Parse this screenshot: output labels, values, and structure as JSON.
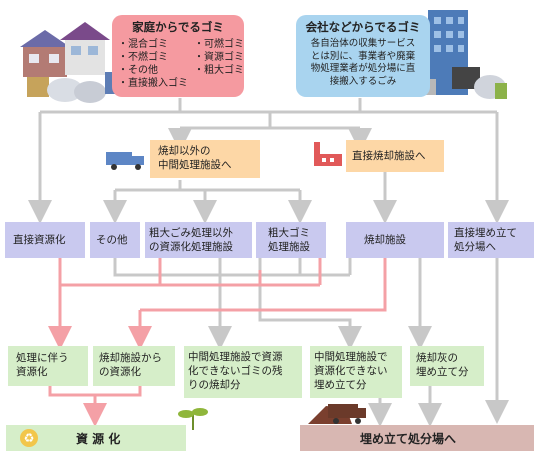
{
  "household": {
    "title": "家庭からでるゴミ",
    "items": [
      "・混合ゴミ",
      "・可燃ゴミ",
      "・不燃ゴミ",
      "・資源ゴミ",
      "・その他",
      "・粗大ゴミ",
      "・直接搬入ゴミ"
    ]
  },
  "company": {
    "title": "会社などからでるゴミ",
    "lines": [
      "各自治体の収集サービス",
      "とは別に、事業者や廃棄",
      "物処理業者が処分場に直",
      "接搬入するごみ"
    ]
  },
  "midfacility": {
    "line1": "焼却以外の",
    "line2": "中間処理施設へ"
  },
  "directburn": {
    "label": "直接焼却施設へ"
  },
  "row3": {
    "direct_recycle": "直接資源化",
    "others": "その他",
    "bulky_other_1": "粗大ごみ処理以外",
    "bulky_other_2": "の資源化処理施設",
    "bulky_1": "粗大ゴミ",
    "bulky_2": "処理施設",
    "incineration": "焼却施設",
    "landfill_1": "直接埋め立て",
    "landfill_2": "処分場へ"
  },
  "row4": {
    "proc_recycle_1": "処理に伴う",
    "proc_recycle_2": "資源化",
    "incin_recycle_1": "焼却施設から",
    "incin_recycle_2": "の資源化",
    "mid_burn_1": "中間処理施設で資源",
    "mid_burn_2": "化できないゴミの残",
    "mid_burn_3": "りの焼却分",
    "mid_land_1": "中間処理施設で",
    "mid_land_2": "資源化できない",
    "mid_land_3": "埋め立て分",
    "ash_1": "焼却灰の",
    "ash_2": "埋め立て分"
  },
  "bottom": {
    "recycle": "資 源 化",
    "landfill": "埋め立て処分場へ"
  },
  "colors": {
    "pink_arrow": "#f4a0a6",
    "gray_arrow": "#c8c8c8",
    "purple": "#c9c9ef",
    "green": "#d6eec9",
    "orange": "#fdd7a6"
  }
}
